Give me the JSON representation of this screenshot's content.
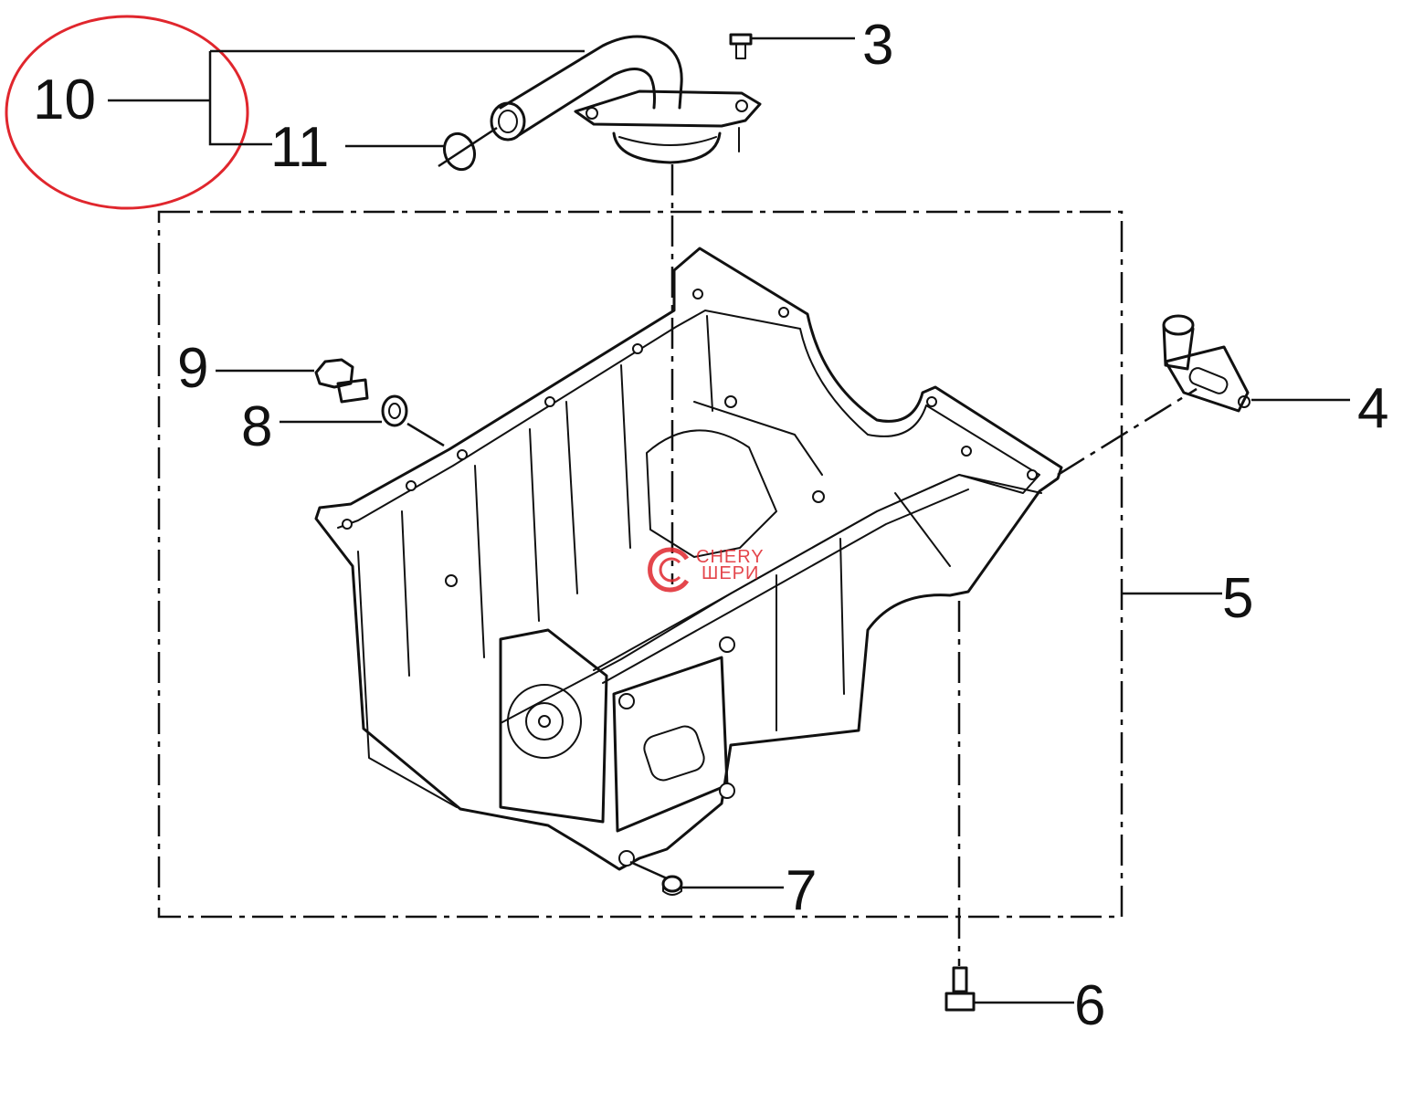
{
  "callouts": {
    "c3": "3",
    "c4": "4",
    "c5": "5",
    "c6": "6",
    "c7": "7",
    "c8": "8",
    "c9": "9",
    "c10": "10",
    "c11": "11"
  },
  "highlight": {
    "color": "#e0262d"
  },
  "watermark": {
    "line1": "CHERY",
    "line2": "ШЕРИ",
    "color": "#e0262d"
  },
  "colors": {
    "line": "#111111",
    "background": "#ffffff"
  }
}
